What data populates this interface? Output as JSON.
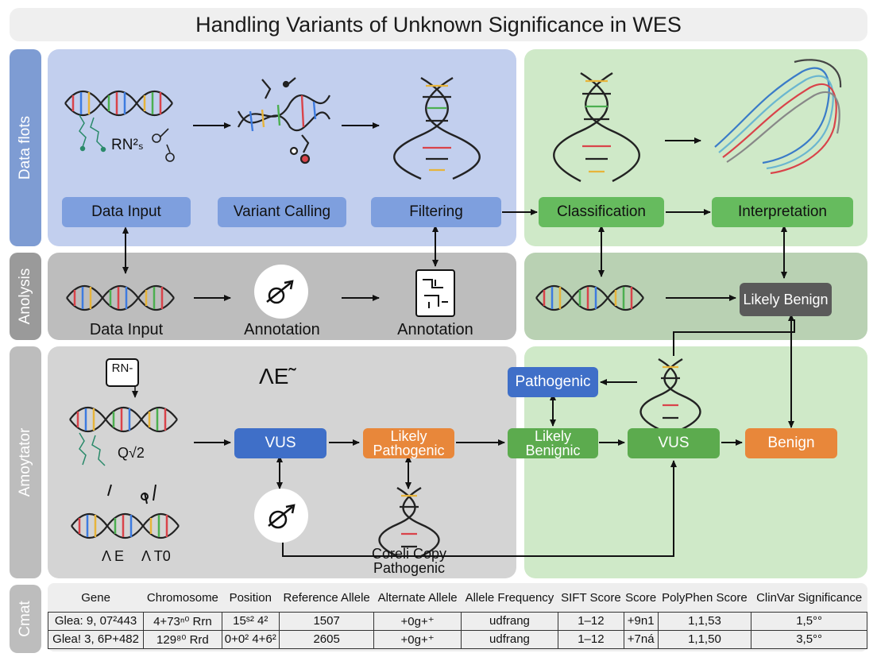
{
  "title": "Handling Variants of Unknown Significance in WES",
  "row_labels": [
    "Data flots",
    "Anolysis",
    "Amoytator",
    "Cmat"
  ],
  "row1": {
    "rna_text": "RN²ₛ",
    "nodes": [
      "Data Input",
      "Variant Calling",
      "Filtering",
      "Classification",
      "Interpretation"
    ]
  },
  "row2": {
    "labels": [
      "Data Input",
      "Annotation",
      "Annotation"
    ],
    "likely_benign": "Likely Benign"
  },
  "row3": {
    "rna_box": "RN-",
    "q_text": "Q√2",
    "glyph_text": "ΛΕ̃",
    "vus1": "VUS",
    "likely_pathogenic": "Likely Pathogenic",
    "pathogenic": "Pathogenic",
    "likely_benignic": "Likely Benignic",
    "vus2": "VUS",
    "benign": "Benign",
    "copy_label": "Coreli Copy Pathogenic",
    "bottom_glyphs": [
      "Λ E",
      "Λ Τ0"
    ]
  },
  "table": {
    "headers": [
      "Gene",
      "Chromosome",
      "Position",
      "Reference Allele",
      "Alternate Allele",
      "Allele Frequency",
      "SIFT Score",
      "Score",
      "PolyPhen Score",
      "ClinVar Significance"
    ],
    "rows": [
      [
        "Glea: 9, 07²443",
        "4+73ⁿ⁰ Rrn",
        "15ˢ² 4²",
        "1507",
        "+0g+⁺",
        "udfrang",
        "1–12",
        "+9n1",
        "1,1,53",
        "1,5°°"
      ],
      [
        "Glea! 3, 6P+482",
        "129⁸⁰ Rrd",
        "0+0² 4+6²",
        "2605",
        "+0g+⁺",
        "udfrang",
        "1–12",
        "+7ná",
        "1,1,50",
        "3,5°°"
      ]
    ]
  },
  "colors": {
    "blue_panel": "#c2cfee",
    "green_panel": "#cfe9c8",
    "gray_panel": "#bdbdbd",
    "light_gray_panel": "#d4d4d4",
    "vus_blue": "#3f6fc8",
    "orange": "#e8873a",
    "green": "#66bb5e"
  }
}
